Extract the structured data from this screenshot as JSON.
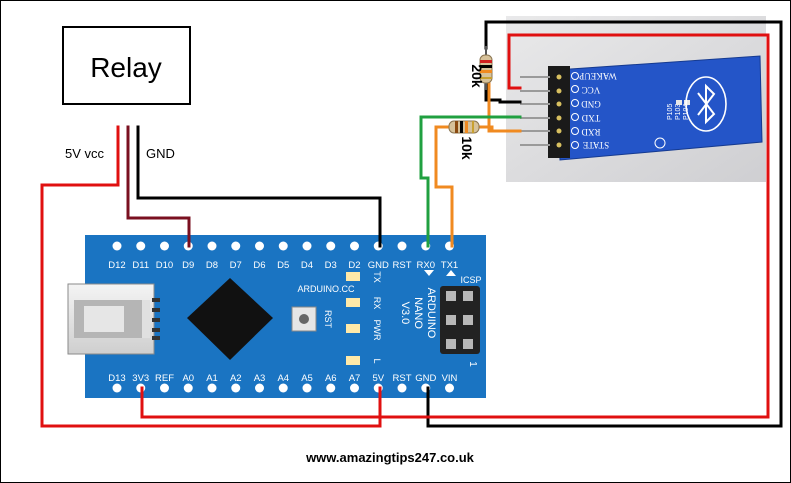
{
  "relay": {
    "label": "Relay"
  },
  "relay_pins": {
    "vcc_label": "5V vcc",
    "gnd_label": "GND"
  },
  "resistors": {
    "r1_value": "20k",
    "r2_value": "10k"
  },
  "nano": {
    "top_pins": [
      "D12",
      "D11",
      "D10",
      "D9",
      "D8",
      "D7",
      "D6",
      "D5",
      "D4",
      "D3",
      "D2",
      "GND",
      "RST",
      "RX0",
      "TX1"
    ],
    "bottom_pins": [
      "D13",
      "3V3",
      "REF",
      "A0",
      "A1",
      "A2",
      "A3",
      "A4",
      "A5",
      "A6",
      "A7",
      "5V",
      "RST",
      "GND",
      "VIN"
    ],
    "site_label": "ARDUINO.CC",
    "model_lines": [
      "ARDUINO",
      "NANO",
      "V3.0"
    ],
    "led_labels": [
      "TX",
      "RX",
      "PWR",
      "L"
    ],
    "reset_label": "RST",
    "icsp_label": "ICSP",
    "icsp_pin1": "1"
  },
  "bt_module": {
    "pins": [
      "WAKEUP",
      "VCC",
      "GND",
      "TXD",
      "RXD",
      "STATE"
    ],
    "chip_labels": [
      "P105",
      "P103",
      "P104"
    ]
  },
  "footer": {
    "url": "www.amazingtips247.co.uk"
  },
  "colors": {
    "red_wire": "#e01010",
    "black_wire": "#000000",
    "maroon_wire": "#7a1020",
    "green_wire": "#20a040",
    "orange_wire": "#f08a20",
    "board_blue": "#1a74c2",
    "module_blue": "#2455c8"
  }
}
